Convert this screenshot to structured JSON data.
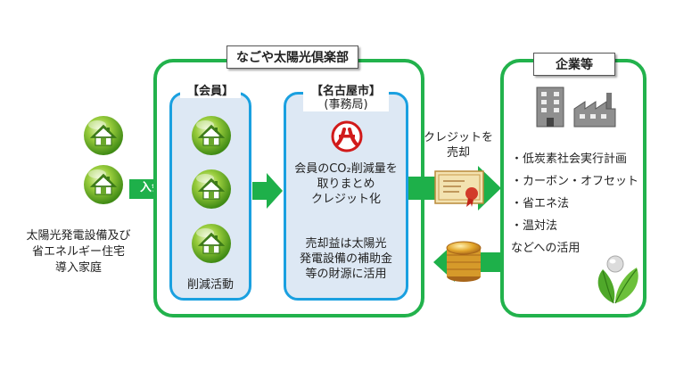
{
  "households": {
    "caption": [
      "太陽光発電設備及び",
      "省エネルギー住宅",
      "導入家庭"
    ],
    "icon": "house-globe-icon"
  },
  "join_arrow": {
    "label": "入会"
  },
  "club": {
    "title": "なごや太陽光倶楽部",
    "members": {
      "tag": "【会員】",
      "footer": "削減活動",
      "icon": "house-globe-icon"
    },
    "city": {
      "tag_line1": "【名古屋市】",
      "tag_line2": "(事務局)",
      "logo": "nagoya-city-emblem",
      "top_text": [
        "会員のCO₂削減量を",
        "取りまとめ",
        "クレジット化"
      ],
      "bottom_text": [
        "売却益は太陽光",
        "発電設備の補助金",
        "等の財源に活用"
      ]
    }
  },
  "sell_arrow": {
    "label_line1": "クレジットを",
    "label_line2": "売却",
    "icon": "certificate-icon"
  },
  "return_arrow": {
    "icon": "coins-icon"
  },
  "enterprise": {
    "title": "企業等",
    "icons": [
      "office-building-icon",
      "factory-icon",
      "leaf-globe-icon"
    ],
    "items": [
      "・低炭素社会実行計画",
      "・カーボン・オフセット",
      "・省エネ法",
      "・温対法",
      "などへの活用"
    ]
  },
  "colors": {
    "frame_green": "#22b24c",
    "panel_blue": "#1aa0e0",
    "panel_fill": "#dde8f4",
    "arrow_green": "#1eb04a"
  }
}
